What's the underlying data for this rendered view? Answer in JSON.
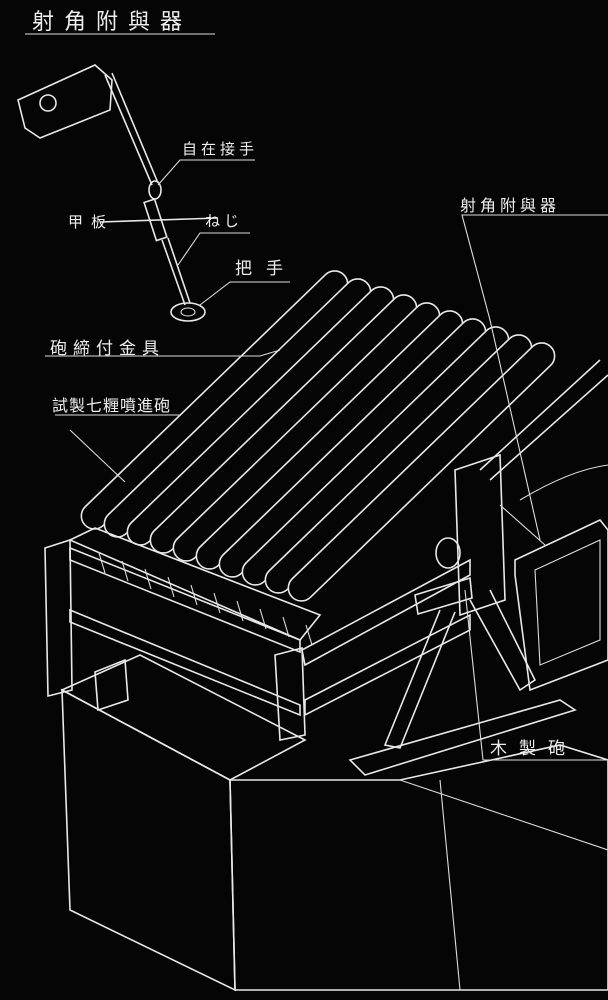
{
  "title": "射角附與器",
  "labels": {
    "universal_joint": "自在接手",
    "deck": "甲板",
    "screw": "ねじ",
    "handle": "把手",
    "elevation_device": "射角附與器",
    "barrel_clamp": "砲締付金具",
    "rocket_launcher": "試製七糎噴進砲",
    "wooden_mount": "木製砲"
  },
  "colors": {
    "background": "#050505",
    "line": "#e8e8e8"
  }
}
